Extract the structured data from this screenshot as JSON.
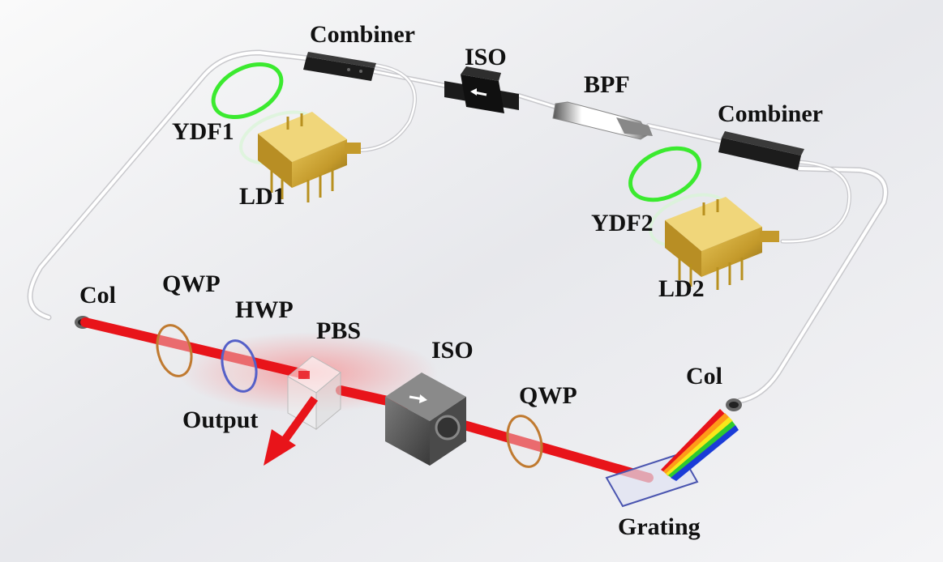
{
  "labels": {
    "combiner_top": "Combiner",
    "iso_top": "ISO",
    "bpf": "BPF",
    "combiner_right": "Combiner",
    "ydf1": "YDF1",
    "ld1": "LD1",
    "ydf2": "YDF2",
    "ld2": "LD2",
    "col_left": "Col",
    "qwp_left": "QWP",
    "hwp": "HWP",
    "pbs": "PBS",
    "iso_bottom": "ISO",
    "qwp_right": "QWP",
    "col_right": "Col",
    "output": "Output",
    "grating": "Grating"
  },
  "colors": {
    "fiber": "#f2f2f2",
    "beam": "#e8141a",
    "ydf_coil": "#3bea2f",
    "ld_gold": "#c9a233",
    "device_dark": "#1c1c1c",
    "iso_cube": "#555555"
  },
  "icons": {
    "iso_arrow": "arrow-right-icon",
    "output_arrow": "arrow-down-left-icon"
  }
}
